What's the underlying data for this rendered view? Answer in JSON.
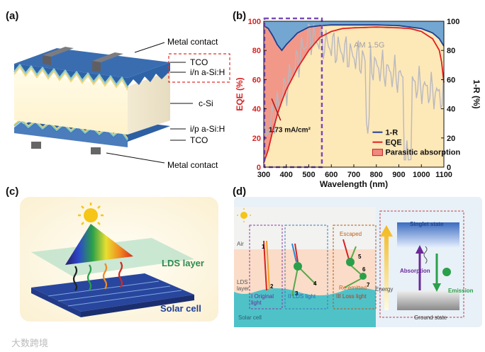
{
  "panels": {
    "a": "(a)",
    "b": "(b)",
    "c": "(c)",
    "d": "(d)"
  },
  "panel_a": {
    "labels": [
      "Metal contact",
      "TCO",
      "i/n a-Si:H",
      "c-Si",
      "i/p a-Si:H",
      "TCO",
      "Metal contact"
    ]
  },
  "chart_data": {
    "type": "line",
    "xlabel": "Wavelength (nm)",
    "ylabel_left": "EQE (%)",
    "ylabel_right": "1-R (%)",
    "xlim": [
      300,
      1100
    ],
    "ylim_left": [
      0,
      100
    ],
    "ylim_right": [
      0,
      100
    ],
    "x_ticks": [
      300,
      400,
      500,
      600,
      700,
      800,
      900,
      1000,
      1100
    ],
    "y_ticks_left": [
      0,
      20,
      40,
      60,
      80,
      100
    ],
    "y_ticks_right": [
      0,
      20,
      40,
      60,
      80,
      100
    ],
    "spectrum_label": "AM 1.5G",
    "annotation": "1.73 mA/cm²",
    "legend": [
      "1-R",
      "EQE",
      "Parasitic absorption"
    ],
    "legend_position": "bottom-right",
    "series": [
      {
        "name": "1-R",
        "color": "#1f3f8f",
        "x": [
          300,
          320,
          340,
          360,
          380,
          400,
          450,
          500,
          550,
          600,
          700,
          800,
          900,
          950,
          1000,
          1050,
          1080,
          1100
        ],
        "y": [
          97,
          95,
          90,
          84,
          80,
          84,
          92,
          96,
          97,
          97.5,
          97.5,
          97.5,
          97,
          96,
          95,
          92,
          88,
          83
        ]
      },
      {
        "name": "EQE",
        "color": "#e02020",
        "x": [
          300,
          320,
          340,
          360,
          380,
          400,
          450,
          500,
          550,
          600,
          650,
          700,
          800,
          900,
          950,
          1000,
          1050,
          1080,
          1090,
          1100
        ],
        "y": [
          3,
          12,
          25,
          36,
          45,
          53,
          68,
          80,
          89,
          93,
          95,
          95.5,
          96,
          95.5,
          95,
          93,
          88,
          80,
          72,
          58
        ]
      }
    ]
  },
  "panel_c": {
    "lds_layer": "LDS layer",
    "solar_cell": "Solar cell"
  },
  "panel_d": {
    "air": "Air",
    "lds_layer": "LDS layer",
    "solar_cell": "Solar cell",
    "numbers": [
      "1",
      "2",
      "3",
      "4",
      "5",
      "6",
      "7"
    ],
    "escaped": "Escaped",
    "re_emitted": "Re-emitted",
    "original_light": "I  Original light",
    "lds_light": "II  LDS light",
    "loss_light": "III  Loss light",
    "energy": "Energy",
    "singlet_state": "Singlet state",
    "ground_state": "Ground state",
    "absorption": "Absorption",
    "emission": "Emission"
  },
  "watermark": "大数跨境"
}
